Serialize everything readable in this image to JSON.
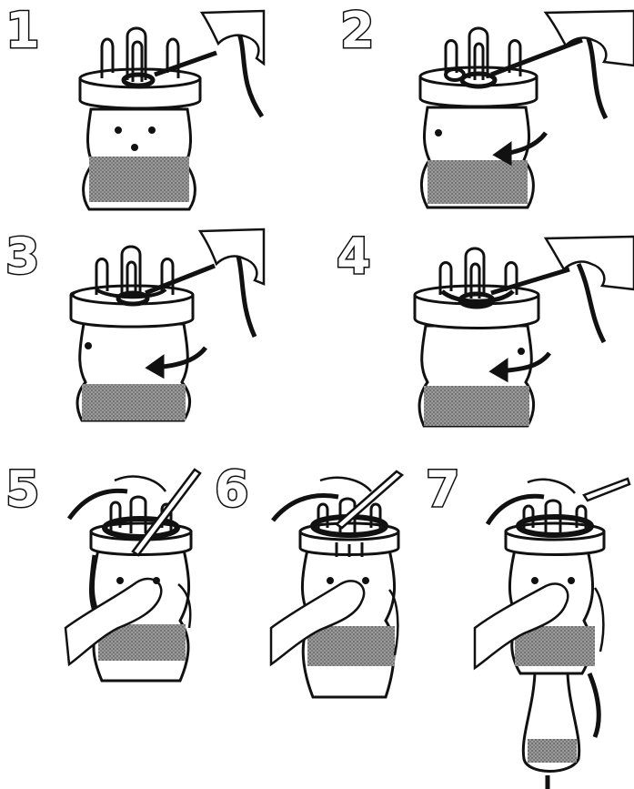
{
  "steps": [
    {
      "number": "1"
    },
    {
      "number": "2"
    },
    {
      "number": "3"
    },
    {
      "number": "4"
    },
    {
      "number": "5"
    },
    {
      "number": "6"
    },
    {
      "number": "7"
    }
  ],
  "colors": {
    "ink": "#111111",
    "paper": "#ffffff",
    "band": "#7a7a7a",
    "body": "#ffffff"
  },
  "icons": [
    "knitting-spool",
    "spool-pegs",
    "yarn",
    "hand",
    "rotation-arrow",
    "crochet-hook"
  ]
}
